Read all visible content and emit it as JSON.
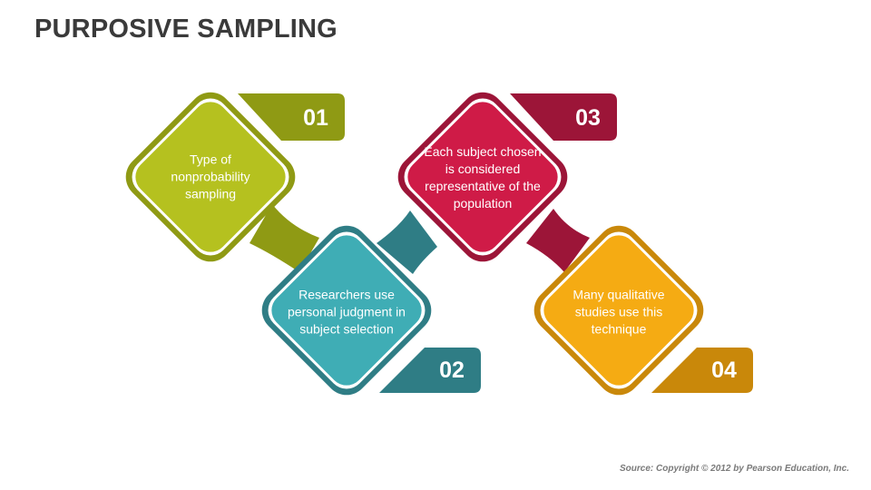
{
  "title": "PURPOSIVE SAMPLING",
  "steps": [
    {
      "number": "01",
      "text": "Type of nonprobability sampling",
      "color": "#b5c11f",
      "tab_color": "#8f9a14"
    },
    {
      "number": "02",
      "text": "Researchers use personal judgment in subject selection",
      "color": "#3fadb5",
      "tab_color": "#2f7d85"
    },
    {
      "number": "03",
      "text": "Each subject chosen is considered representative of the population",
      "color": "#cf1b47",
      "tab_color": "#9c1538"
    },
    {
      "number": "04",
      "text": "Many qualitative studies use this technique",
      "color": "#f5ab13",
      "tab_color": "#c9880a"
    }
  ],
  "source": "Source: Copyright © 2012 by Pearson Education, Inc."
}
